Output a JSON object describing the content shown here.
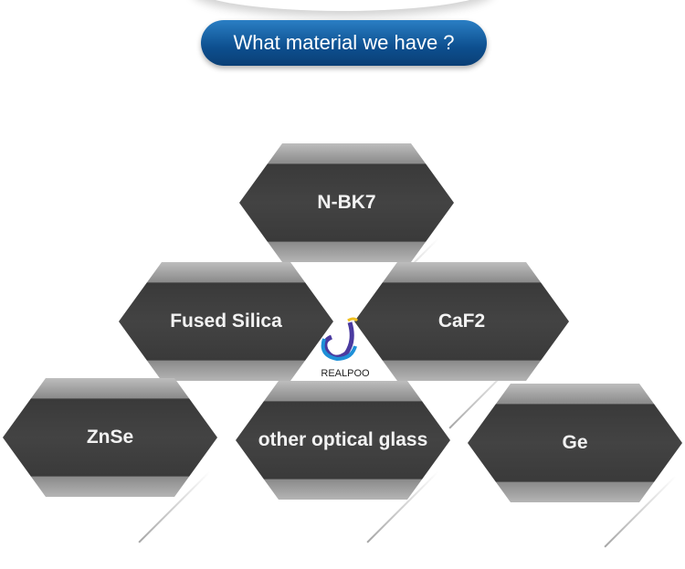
{
  "header": {
    "title": "What material we have ?"
  },
  "materials": [
    "N-BK7",
    "Fused Silica",
    "CaF2",
    "ZnSe",
    "other optical glass",
    "Ge"
  ],
  "logo": {
    "name": "REALPOO"
  },
  "colors": {
    "header_blue": "#0d4f8f",
    "hex_dark": "#434343"
  }
}
